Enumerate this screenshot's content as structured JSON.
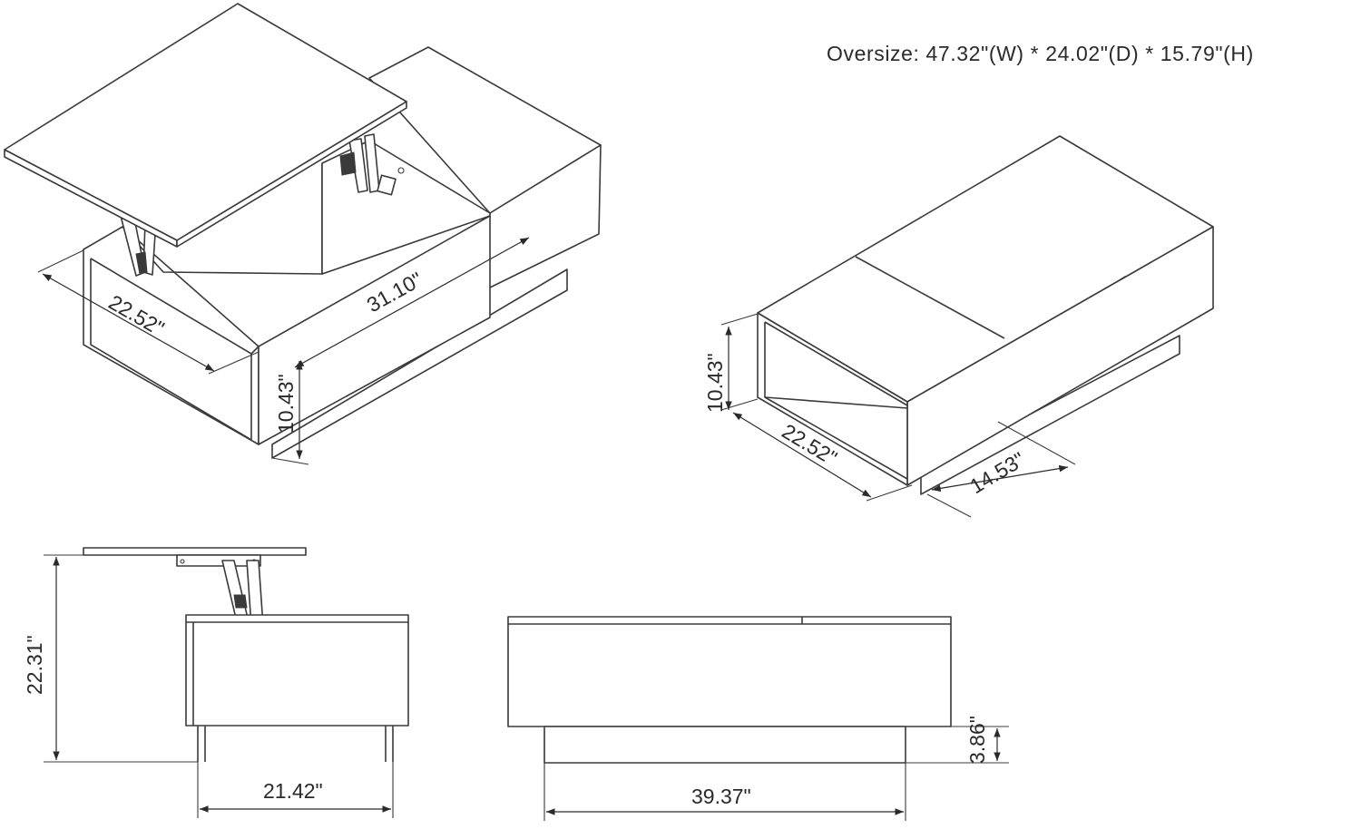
{
  "title": "Oversize: 47.32\"(W) * 24.02\"(D) * 15.79\"(H)",
  "views": {
    "open_iso": {
      "depth": "22.52\"",
      "length": "31.10\"",
      "height": "10.43\""
    },
    "closed_iso": {
      "height": "10.43\"",
      "depth": "22.52\"",
      "base_depth": "14.53\""
    },
    "side_view": {
      "raised_height": "22.31\"",
      "base_width": "21.42\""
    },
    "front_view": {
      "base_height": "3.86\"",
      "base_length": "39.37\""
    }
  }
}
